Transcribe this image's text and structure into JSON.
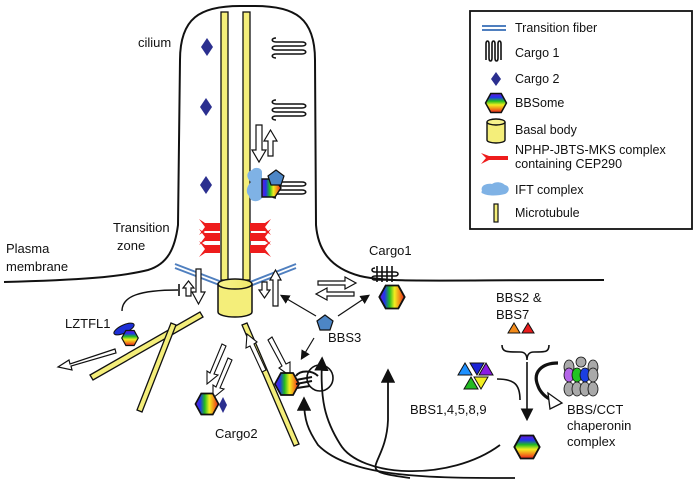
{
  "labels": {
    "cilium": "cilium",
    "transition_zone": [
      "Transition",
      "zone"
    ],
    "plasma_membrane": [
      "Plasma",
      "membrane"
    ],
    "cargo1": "Cargo1",
    "cargo2": "Cargo2",
    "lztfl1": "LZTFL1",
    "bbs3": "BBS3",
    "bbs2_7": [
      "BBS2 &",
      "BBS7"
    ],
    "bbs1_4_5_8_9": "BBS1,4,5,8,9",
    "chaperonin": [
      "BBS/CCT",
      "chaperonin",
      "complex"
    ]
  },
  "legend": {
    "items": [
      {
        "icon": "transition-fiber-icon",
        "label": "Transition fiber"
      },
      {
        "icon": "cargo1-coil-icon",
        "label": "Cargo 1"
      },
      {
        "icon": "cargo2-diamond-icon",
        "label": "Cargo 2"
      },
      {
        "icon": "bbsome-hexagon-icon",
        "label": "BBSome"
      },
      {
        "icon": "basal-body-cylinder-icon",
        "label": "Basal body"
      },
      {
        "icon": "nphp-complex-icon",
        "label": [
          "NPHP-JBTS-MKS complex",
          "containing CEP290"
        ]
      },
      {
        "icon": "ift-complex-cloud-icon",
        "label": "IFT complex"
      },
      {
        "icon": "microtubule-icon",
        "label": "Microtubule"
      }
    ]
  },
  "colors": {
    "microtubule_fill": "#f4ee7a",
    "transition_fiber": "#4f7fbf",
    "nphp": "#ee1c1c",
    "cargo2": "#2b2f8f",
    "bbs3": "#4d86c6",
    "ift": "#7fb2e5"
  }
}
